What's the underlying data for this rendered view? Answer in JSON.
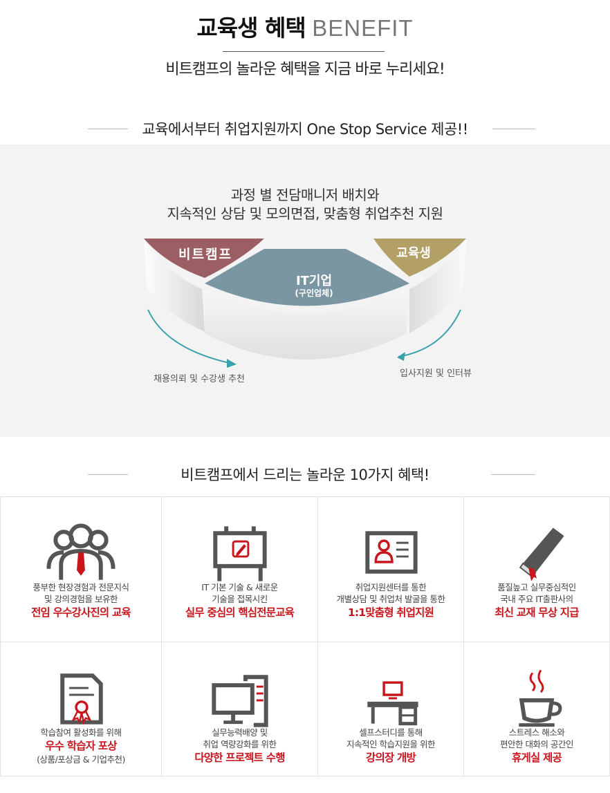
{
  "header": {
    "title_ko": "교육생 혜택",
    "title_en": "BENEFIT",
    "subtitle": "비트캠프의 놀라운 혜택을 지금 바로 누리세요!"
  },
  "service": {
    "heading": "교육에서부터 취업지원까지 One Stop Service 제공!!",
    "line1": "과정 별 전담매니저 배치와",
    "line2": "지속적인 상담 및 모의면접, 맞춤형 취업추천 지원",
    "diagram": {
      "left_label": "비트캠프",
      "center_label": "IT기업",
      "center_sub": "(구인업체)",
      "right_label": "교육생",
      "left_caption": "채용의뢰 및 수강생 추천",
      "right_caption": "입사지원 및 인터뷰",
      "colors": {
        "left": "#9b5f63",
        "center": "#7b96a3",
        "right": "#b3a067",
        "arrow": "#3aa0ad"
      }
    }
  },
  "benefits": {
    "heading": "비트캠프에서 드리는 놀라운 10가지 혜택!",
    "accent": "#c8161d",
    "items": [
      {
        "icon": "team-icon",
        "line1": "풍부한 현장경험과 전문지식",
        "line2": "및 강의경험을 보유한",
        "highlight": "전임 우수강사진의 교육",
        "extra": ""
      },
      {
        "icon": "whiteboard-icon",
        "line1": "IT 기본 기술 & 새로운",
        "line2": "기술을 접목시킨",
        "highlight": "실무 중심의 핵심전문교육",
        "extra": ""
      },
      {
        "icon": "resume-icon",
        "line1": "취업지원센터를 통한",
        "line2": "개별상담 및 취업처 발굴을 통한",
        "highlight": "1:1맞춤형 취업지원",
        "extra": ""
      },
      {
        "icon": "book-icon",
        "line1": "품질높고 실무중심적인",
        "line2": "국내 주요 IT출판사의",
        "highlight": "최신 교재 무상 지급",
        "extra": ""
      },
      {
        "icon": "certificate-icon",
        "line1": "학습참여 활성화를 위해",
        "line2": "",
        "highlight": "우수 학습자 포상",
        "extra": "(상품/포상금 & 기업추천)"
      },
      {
        "icon": "computer-icon",
        "line1": "실무능력배양 및",
        "line2": "취업 역량강화를 위한",
        "highlight": "다양한 프로젝트 수행",
        "extra": ""
      },
      {
        "icon": "desk-icon",
        "line1": "셀프스터디를 통해",
        "line2": "지속적인 학습지원을 위한",
        "highlight": "강의장 개방",
        "extra": ""
      },
      {
        "icon": "coffee-icon",
        "line1": "스트레스 해소와",
        "line2": "편안한 대화의 공간인",
        "highlight": "휴게실 제공",
        "extra": ""
      }
    ]
  }
}
